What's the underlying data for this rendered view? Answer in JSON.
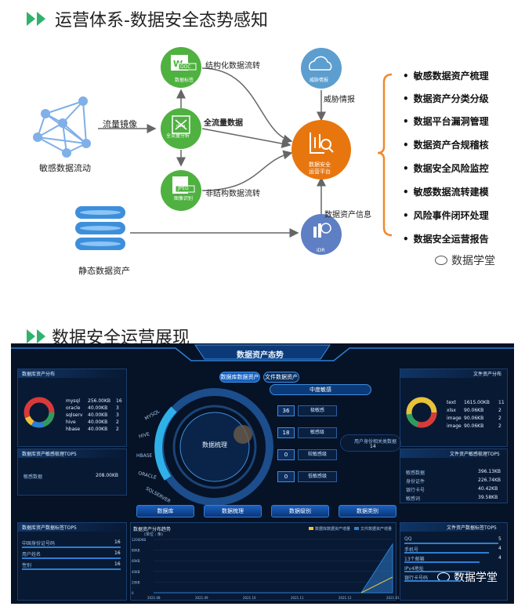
{
  "section1": {
    "title": "运营体系-数据安全态势感知"
  },
  "section2": {
    "title": "数据安全运营展现"
  },
  "diagram": {
    "sensitive_flow": "敏感数据流动",
    "mirror": "流量镜像",
    "static_assets": "静态数据资产",
    "doc_node": "数据标签",
    "doc_badge": "DOC",
    "structured": "结构化数据流转",
    "full_node": "全流量分析",
    "full_badge": "data",
    "full_data": "全流量数据",
    "jpeg_node": "图像识别",
    "jpeg_badge": "JPEG",
    "unstructured": "非结构数据流转",
    "threat_node": "威胁情报",
    "threat_label": "威胁情报",
    "center_node": "数据安全\n运营平台",
    "asset_info": "数据资产信息",
    "idr": "IDR"
  },
  "bullets": [
    "敏感数据资产梳理",
    "数据资产分类分级",
    "数据平台漏洞管理",
    "数据资产合规稽核",
    "数据安全风险监控",
    "敏感数据流转建模",
    "风险事件闭环处理",
    "数据安全运营报告"
  ],
  "watermark": "数据学堂",
  "dashboard": {
    "title": "数据资产态势",
    "tab1": "数据库数据资产",
    "tab2": "文件数据资产",
    "left_panel_title": "数据库资产分布",
    "right_panel_title": "文件资产分布",
    "db_types": [
      "mysql",
      "oracle",
      "sqlserv",
      "hive",
      "hbase"
    ],
    "db_sizes": [
      "256.00KB",
      "40.00KB",
      "40.00KB",
      "40.00KB",
      "40.00KB"
    ],
    "db_counts": [
      "16",
      "3",
      "3",
      "2",
      "2"
    ],
    "file_types": [
      "text",
      "xlsx",
      "image",
      "image"
    ],
    "file_sizes": [
      "1615.00KB",
      "90.06KB",
      "90.06KB",
      "90.06KB"
    ],
    "file_counts": [
      "11",
      "2",
      "2",
      "2"
    ],
    "db_top_title": "数据库资产敏感梳理TOP5",
    "db_top_item": "敏感数据",
    "db_top_value": "208.00KB",
    "file_top_title": "文件资产敏感梳理TOP5",
    "file_top_items": [
      "敏感数据",
      "身份证件",
      "银行卡号",
      "敏感词"
    ],
    "file_top_values": [
      "396.13KB",
      "226.74KB",
      "40.42KB",
      "39.58KB"
    ],
    "center_label": "数据梳理",
    "db_arcs": [
      "MYSQL",
      "HIVE",
      "HBASE",
      "ORACLE",
      "SQLSERVER"
    ],
    "level_header": "中度敏感",
    "levels": [
      {
        "n": "36",
        "t": "极敏感"
      },
      {
        "n": "18",
        "t": "敏感级"
      },
      {
        "n": "0",
        "t": "较敏感级"
      },
      {
        "n": "0",
        "t": "低敏感级"
      }
    ],
    "right_mini": "用户身份相关类数据",
    "right_mini_num": "14",
    "buttons": [
      "数据库",
      "数据梳理",
      "数据级别",
      "数据类别"
    ],
    "trend_title": "数据资产分布趋势",
    "trend_legend1": "数据库数据资产增量",
    "trend_legend2": "文件数据资产增量",
    "trend_unit": "(单位 : 条)",
    "trend_y": [
      "12000KB",
      "80KB",
      "60KB",
      "40KB",
      "20KB",
      "0"
    ],
    "trend_x": [
      "2021.08",
      "2021.09",
      "2021.10",
      "2021.11",
      "2021.12",
      "2021.01"
    ],
    "bl_panel_title": "数据库资产数据标签TOP5",
    "bl_items": [
      "中国身份证号码",
      "用户姓名",
      "性别"
    ],
    "bl_values": [
      "16",
      "16",
      "16"
    ],
    "br_panel_title": "文件资产数据标签TOP5",
    "br_items": [
      "QQ",
      "手机号",
      "13个邮箱",
      "IPv4地址",
      "银行卡号码"
    ],
    "br_values": [
      "5",
      "4",
      "4",
      "",
      ""
    ]
  },
  "colors": {
    "green": "#4fb140",
    "orange": "#e8760f",
    "blue_node": "#5e7fc4",
    "cloud": "#5c9ecf",
    "bracket": "#ef8a2f"
  }
}
